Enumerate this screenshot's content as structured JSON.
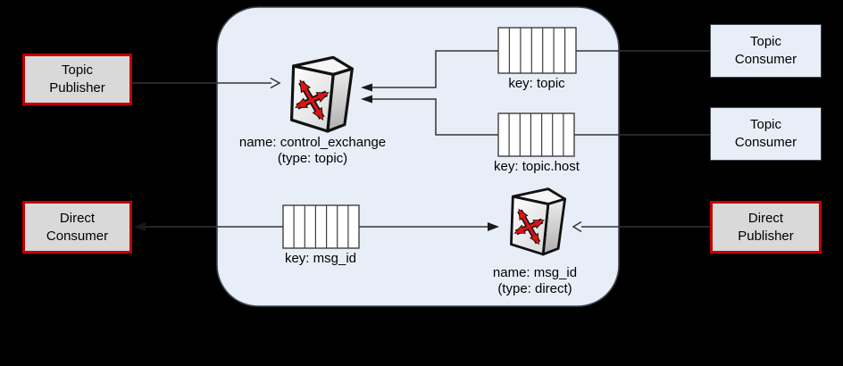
{
  "colors": {
    "background": "#000000",
    "broker_panel_fill": "#e8eef8",
    "broker_panel_border": "#3f4854",
    "publisher_box_fill": "#d9d9d9",
    "publisher_box_border": "#c00000",
    "consumer_box_fill": "#e8eef8",
    "consumer_box_border": "#3f4854",
    "connector_line": "#333333",
    "queue_fill": "#ffffff",
    "exchange_arrow_red": "#dd1414"
  },
  "nodes": {
    "topic_publisher": {
      "line1": "Topic",
      "line2": "Publisher"
    },
    "direct_consumer": {
      "line1": "Direct",
      "line2": "Consumer"
    },
    "topic_consumer_1": {
      "line1": "Topic",
      "line2": "Consumer"
    },
    "topic_consumer_2": {
      "line1": "Topic",
      "line2": "Consumer"
    },
    "direct_publisher": {
      "line1": "Direct",
      "line2": "Publisher"
    }
  },
  "exchanges": {
    "control": {
      "name": "name: control_exchange",
      "type": "(type: topic)"
    },
    "direct": {
      "name": "name: msg_id",
      "type": "(type: direct)"
    }
  },
  "queues": {
    "topic": {
      "label": "key: topic"
    },
    "topic_host": {
      "label": "key: topic.host"
    },
    "msg_id": {
      "label": "key: msg_id"
    }
  }
}
